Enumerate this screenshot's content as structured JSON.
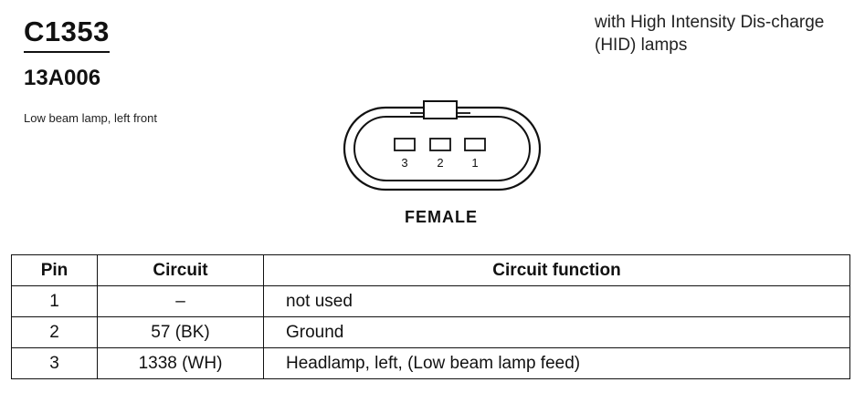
{
  "connector": {
    "id": "C1353",
    "part_number": "13A006",
    "location": "Low beam lamp, left front",
    "note": "with High Intensity Dis-charge (HID) lamps",
    "gender": "FEMALE",
    "pin_labels": [
      "3",
      "2",
      "1"
    ]
  },
  "table": {
    "headers": [
      "Pin",
      "Circuit",
      "Circuit function"
    ],
    "rows": [
      {
        "pin": "1",
        "circuit": "–",
        "function": "not used"
      },
      {
        "pin": "2",
        "circuit": "57 (BK)",
        "function": "Ground"
      },
      {
        "pin": "3",
        "circuit": "1338 (WH)",
        "function": "Headlamp, left, (Low beam lamp feed)"
      }
    ]
  }
}
